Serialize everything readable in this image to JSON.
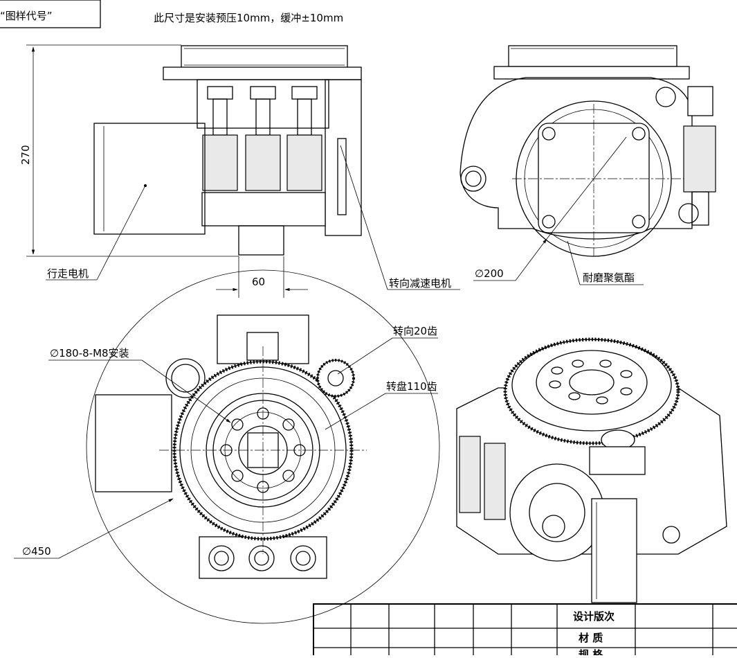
{
  "drawing_code_label": "“图样代号”",
  "note": "此尺寸是安装预压10mm，缓冲±10mm",
  "dimensions": {
    "height": "270",
    "width": "60",
    "wheel_dia": "∅200",
    "mount": "∅180-8-M8安装",
    "swing": "∅450"
  },
  "callouts": {
    "drive_motor": "行走电机",
    "steer_motor": "转向减速电机",
    "tread": "耐磨聚氨酯",
    "pinion": "转向20齿",
    "turntable": "转盘110齿"
  },
  "title_block": {
    "design_version": "设计版次",
    "material": "材  质",
    "spec": "规  格"
  }
}
